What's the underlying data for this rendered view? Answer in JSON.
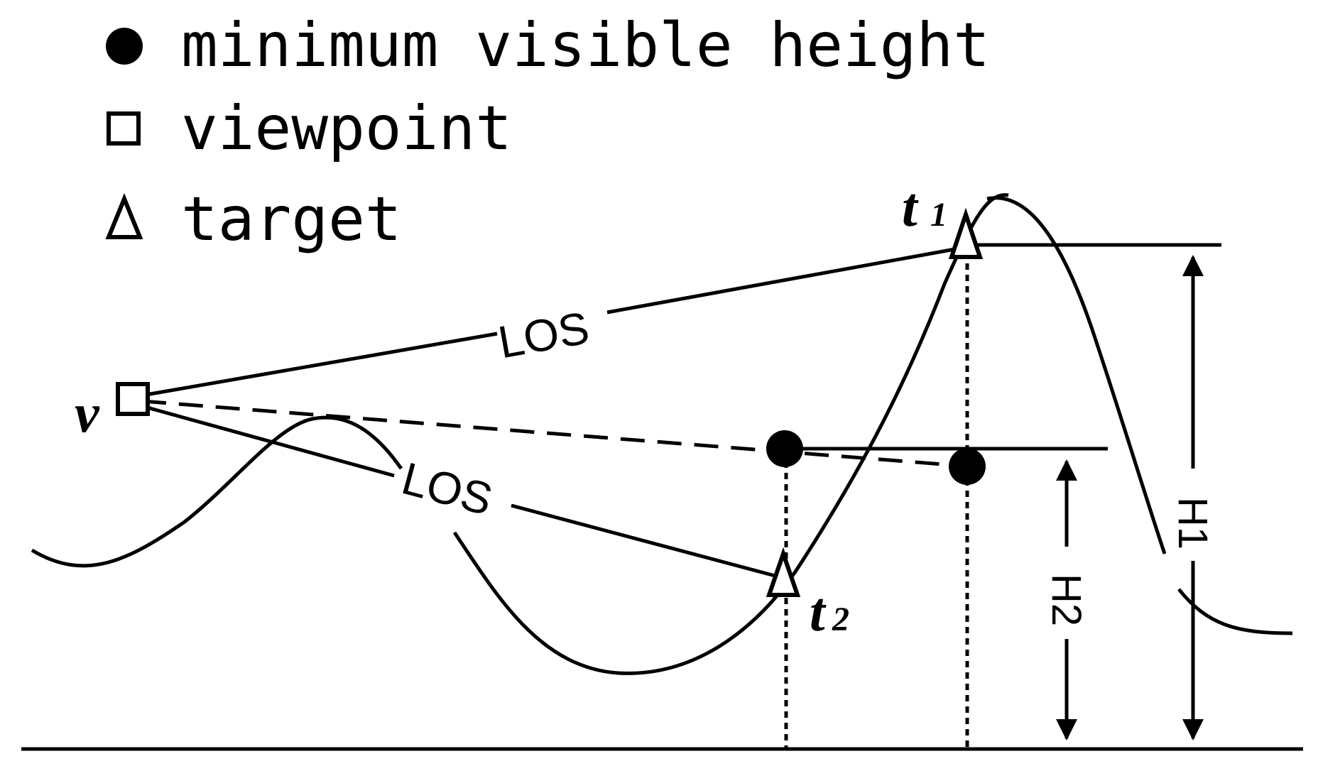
{
  "legend": {
    "min_visible_height_label": "minimum visible height",
    "viewpoint_label": "viewpoint",
    "target_label": "target"
  },
  "labels": {
    "viewpoint": "v",
    "target1_main": "t",
    "target1_sub": "1",
    "target2_main": "t",
    "target2_sub": "2",
    "los_upper": "LOS",
    "los_lower": "LOS",
    "h1": "H1",
    "h2": "H2"
  },
  "colors": {
    "line": "#000000",
    "background": "#ffffff"
  }
}
